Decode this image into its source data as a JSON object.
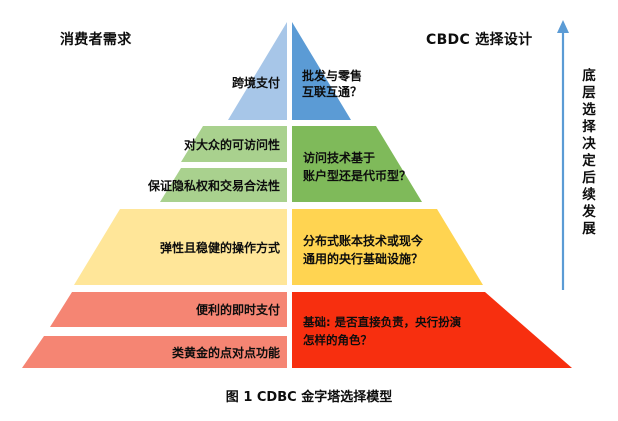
{
  "figure": {
    "caption": "图 1 CDBC 金字塔选择模型",
    "header_left": "消费者需求",
    "header_right": "CBDC 选择设计",
    "arrow_label": "底层选择决定后续发展",
    "arrow_direction": "up",
    "arrow_color": "#5b9bd5"
  },
  "colors": {
    "blue_left": "#a7c6e8",
    "blue_right": "#5b9bd5",
    "green_left": "#a9d18e",
    "green_right": "#7fba5a",
    "yellow_left": "#ffe699",
    "yellow_right": "#ffd451",
    "red_left": "#f58573",
    "red_right": "#f72f0f",
    "text": "#0d0d0d",
    "background": "#ffffff"
  },
  "pyramid": {
    "tiers": [
      {
        "id": "tier-1-top",
        "level": 1,
        "color_left": "#a7c6e8",
        "color_right": "#5b9bd5",
        "left_labels": [
          "跨境支付"
        ],
        "right_lines": [
          "批发与零售",
          "互联互通？"
        ]
      },
      {
        "id": "tier-2-access",
        "level": 2,
        "color_left": "#a9d18e",
        "color_right": "#7fba5a",
        "left_labels": [
          "对大众的可访问性",
          "保证隐私权和交易合法性"
        ],
        "right_lines": [
          "访问技术基于",
          "账户型还是代币型？"
        ]
      },
      {
        "id": "tier-3-operation",
        "level": 3,
        "color_left": "#ffe699",
        "color_right": "#ffd451",
        "left_labels": [
          "弹性且稳健的操作方式"
        ],
        "right_lines": [
          "分布式账本技术或现今",
          "通用的央行基础设施？"
        ]
      },
      {
        "id": "tier-4-foundation",
        "level": 4,
        "color_left": "#f58573",
        "color_right": "#f72f0f",
        "left_labels": [
          "便利的即时支付",
          "类黄金的点对点功能"
        ],
        "right_lines": [
          "基础: 是否直接负责，央行扮演",
          "怎样的角色？"
        ]
      }
    ]
  }
}
